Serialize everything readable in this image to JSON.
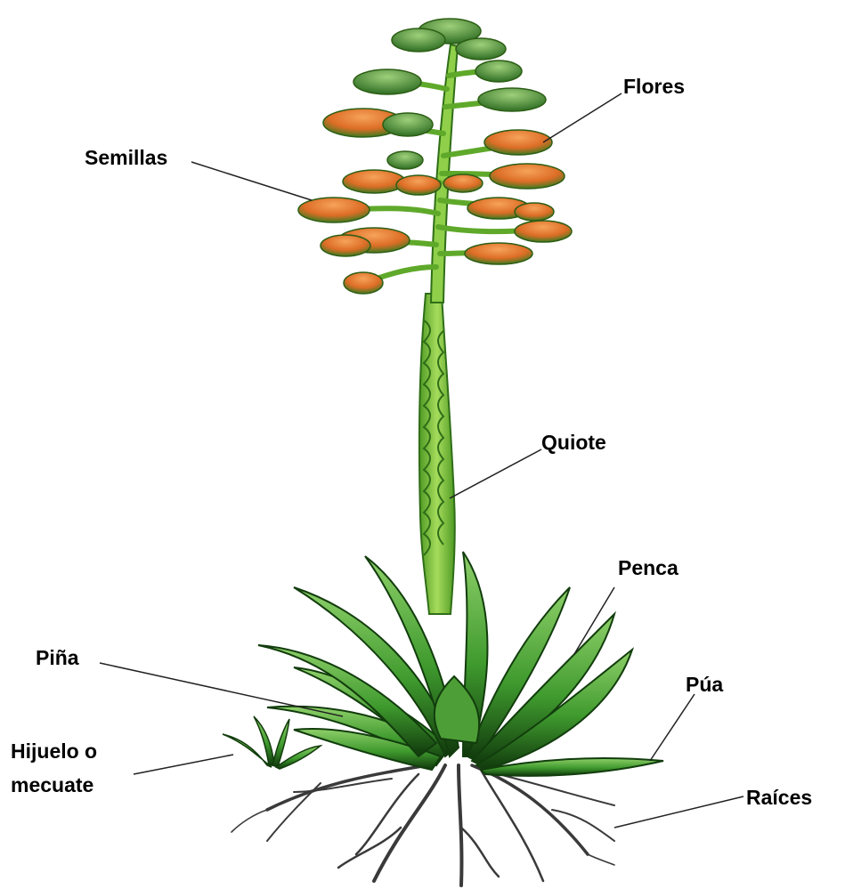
{
  "labels": {
    "flores": "Flores",
    "semillas": "Semillas",
    "quiote": "Quiote",
    "penca": "Penca",
    "pina": "Piña",
    "pua": "Púa",
    "hijuelo_line1": "Hijuelo o",
    "hijuelo_line2": "mecuate",
    "raices": "Raíces"
  },
  "colors": {
    "leaf": "#3f9a2e",
    "leaf_dark": "#1c5a15",
    "stalk": "#7cc23a",
    "flower": "#e07a2e",
    "root": "#3a3a3a",
    "leader": "#222222"
  }
}
